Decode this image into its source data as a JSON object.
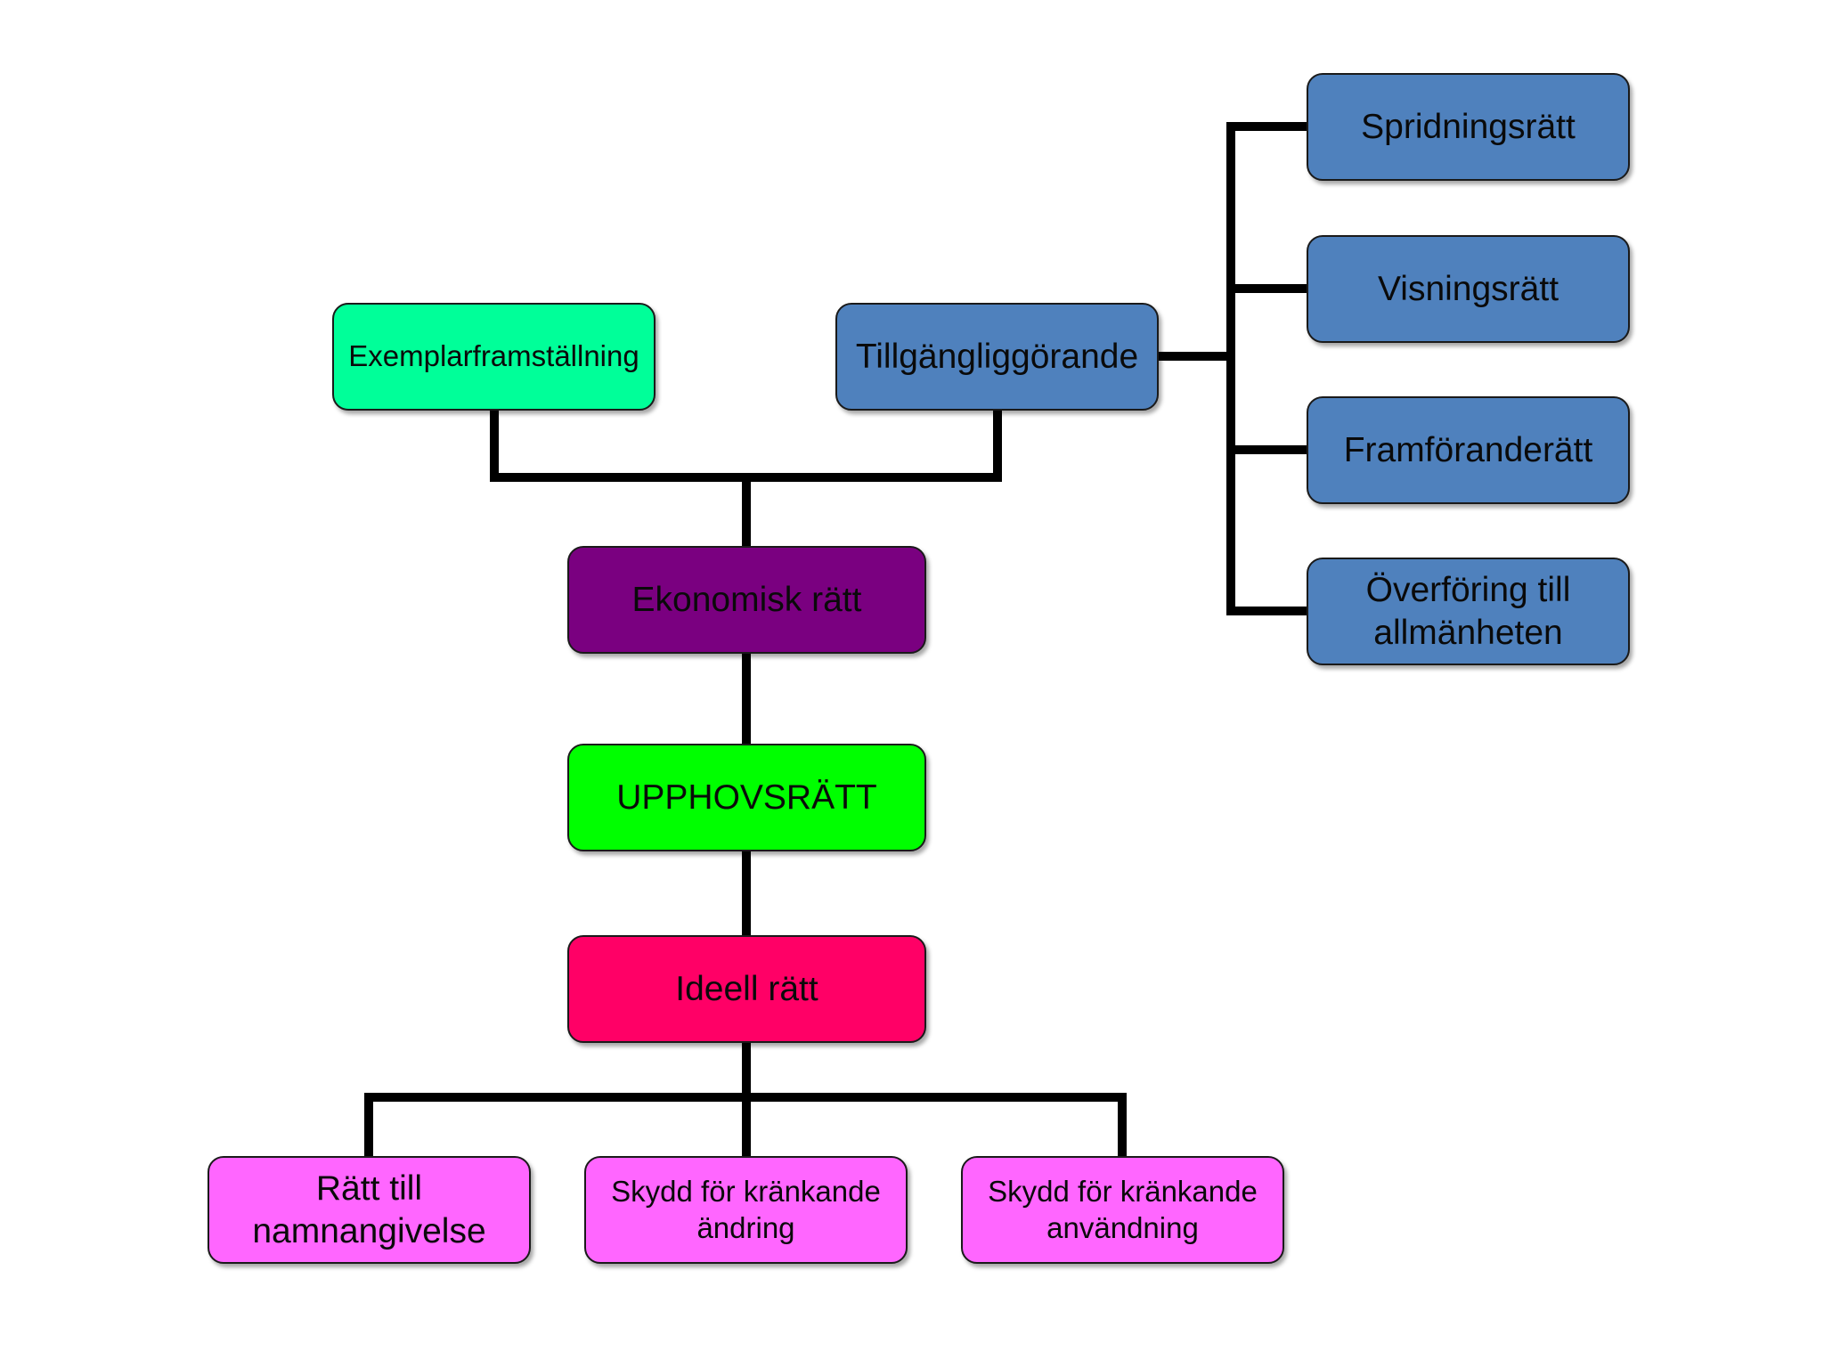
{
  "diagram": {
    "nodes": [
      {
        "id": "exemplar",
        "label": "Exemplarframställning",
        "color": "#00ff99"
      },
      {
        "id": "tillgang",
        "label": "Tillgängliggörande",
        "color": "#4f81bd"
      },
      {
        "id": "sprid",
        "label": "Spridningsrätt",
        "color": "#4f81bd"
      },
      {
        "id": "visning",
        "label": "Visningsrätt",
        "color": "#4f81bd"
      },
      {
        "id": "framfor",
        "label": "Framföranderätt",
        "color": "#4f81bd"
      },
      {
        "id": "overforing",
        "label": "Överföring till\nallmänheten",
        "color": "#4f81bd"
      },
      {
        "id": "ekonomisk",
        "label": "Ekonomisk rätt",
        "color": "#7a0080"
      },
      {
        "id": "upphovs",
        "label": "UPPHOVSRÄTT",
        "color": "#00ff00"
      },
      {
        "id": "ideell",
        "label": "Ideell rätt",
        "color": "#ff0066"
      },
      {
        "id": "namn",
        "label": "Rätt till\nnamnangivelse",
        "color": "#ff66ff"
      },
      {
        "id": "andring",
        "label": "Skydd för kränkande\nändring",
        "color": "#ff66ff"
      },
      {
        "id": "anvandning",
        "label": "Skydd för kränkande\nanvändning",
        "color": "#ff66ff"
      }
    ],
    "edges": [
      [
        "upphovs",
        "ekonomisk"
      ],
      [
        "upphovs",
        "ideell"
      ],
      [
        "ekonomisk",
        "exemplar"
      ],
      [
        "ekonomisk",
        "tillgang"
      ],
      [
        "tillgang",
        "sprid"
      ],
      [
        "tillgang",
        "visning"
      ],
      [
        "tillgang",
        "framfor"
      ],
      [
        "tillgang",
        "overforing"
      ],
      [
        "ideell",
        "namn"
      ],
      [
        "ideell",
        "andring"
      ],
      [
        "ideell",
        "anvandning"
      ]
    ]
  }
}
